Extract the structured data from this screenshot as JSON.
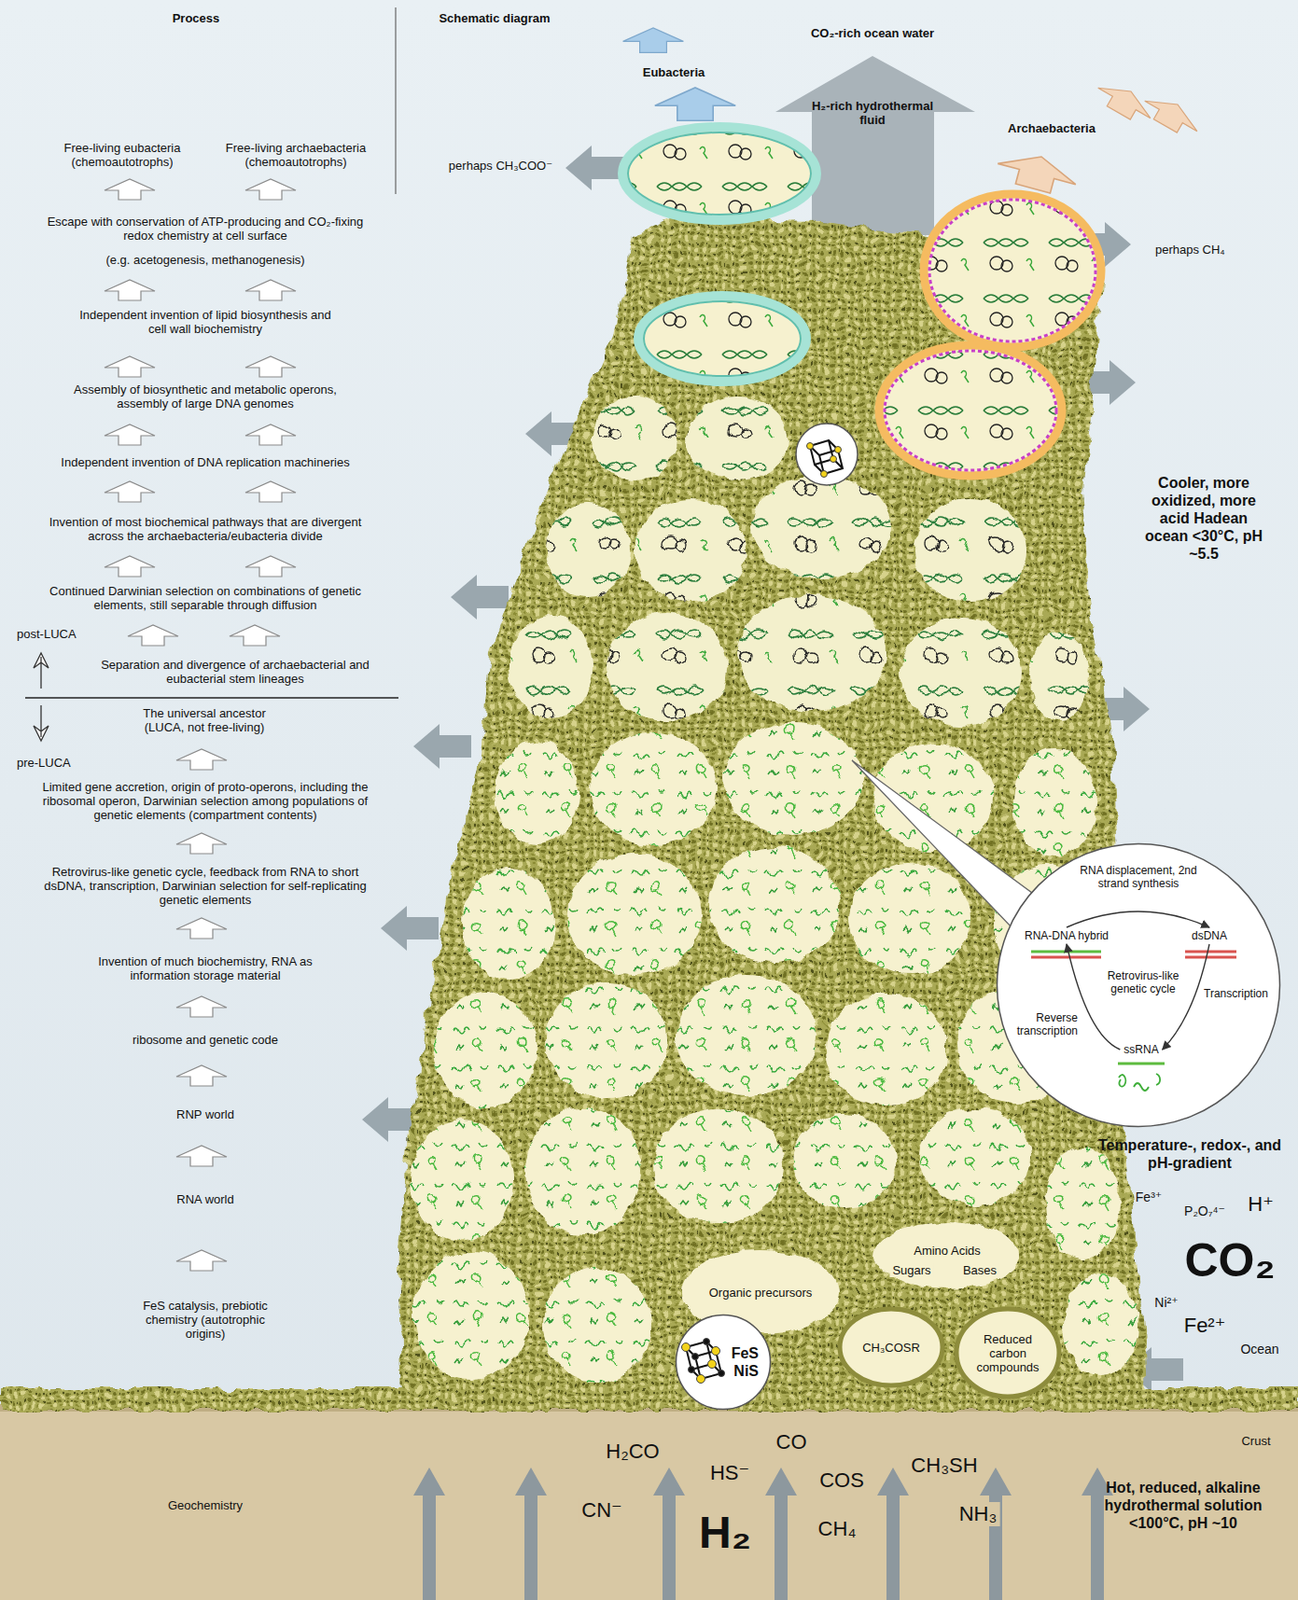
{
  "diagram": {
    "nodes": [
      {
        "text": [
          "Retrovirus-like genetic cycle"
        ]
      },
      {
        "text": [
          "RNA-DNA hybrid"
        ],
        "in": 0
      },
      {
        "text": [
          "dsDNA"
        ],
        "in": 0
      },
      {
        "text": [
          "ssRNA"
        ],
        "in": 0
      },
      {
        "text": [
          "FeS",
          "NiS"
        ]
      },
      {
        "text": [
          "CH₃COSR"
        ]
      },
      {
        "text": [
          "Reduced carbon compounds"
        ]
      }
    ],
    "edges": [
      {
        "from": 1,
        "to": 2,
        "arrow": "to",
        "label": "RNA displacement, 2nd strand synthesis"
      },
      {
        "from": 2,
        "to": 3,
        "arrow": "to",
        "label": "Transcription"
      },
      {
        "from": 3,
        "to": 1,
        "arrow": "to",
        "label": "Reverse transcription"
      }
    ],
    "labels": [
      "Process",
      "Schematic diagram",
      "Free-living eubacteria (chemoautotrophs)",
      "Free-living archaebacteria (chemoautotrophs)",
      "Escape with conservation of ATP-producing and CO₂-fixing redox chemistry at cell surface",
      "(e.g. acetogenesis, methanogenesis)",
      "Independent invention of lipid biosynthesis and cell wall biochemistry",
      "Assembly of biosynthetic and metabolic operons, assembly of large DNA genomes",
      "Independent invention of DNA replication machineries",
      "Invention of most biochemical pathways that are divergent across the archaebacteria/eubacteria divide",
      "Continued Darwinian selection on combinations of genetic elements, still separable through diffusion",
      "post-LUCA",
      "Separation and divergence of archaebacterial and eubacterial stem lineages",
      "The universal ancestor (LUCA, not free-living)",
      "pre-LUCA",
      "Limited gene accretion, origin of proto-operons, including the ribosomal operon, Darwinian selection among populations of genetic elements (compartment contents)",
      "Retrovirus-like genetic cycle, feedback from RNA to short dsDNA, transcription, Darwinian selection for self-replicating genetic elements",
      "Invention of much biochemistry, RNA as information storage material",
      "ribosome and genetic code",
      "RNP world",
      "RNA world",
      "FeS catalysis, prebiotic chemistry (autotrophic origins)",
      "Geochemistry",
      "CO₂-rich ocean water",
      "Eubacteria",
      "H₂-rich hydrothermal fluid",
      "Archaebacteria",
      "perhaps CH₃COO⁻",
      "perhaps CH₄",
      "Cooler, more oxidized, more acid Hadean ocean <30°C, pH ~5.5",
      "Temperature-, redox-, and pH-gradient",
      "Fe³⁺",
      "P₂O₇⁴⁻",
      "H⁺",
      "CO₂",
      "Ni²⁺",
      "Fe²⁺",
      "Ocean",
      "Organic precursors",
      "Amino Acids",
      "Sugars",
      "Bases",
      "Crust",
      "H₂CO",
      "HS⁻",
      "CO",
      "COS",
      "CH₃SH",
      "CN⁻",
      "H₂",
      "CH₄",
      "NH₃",
      "Hot, reduced, alkaline hydrothermal solution <100°C, pH ~10"
    ]
  }
}
